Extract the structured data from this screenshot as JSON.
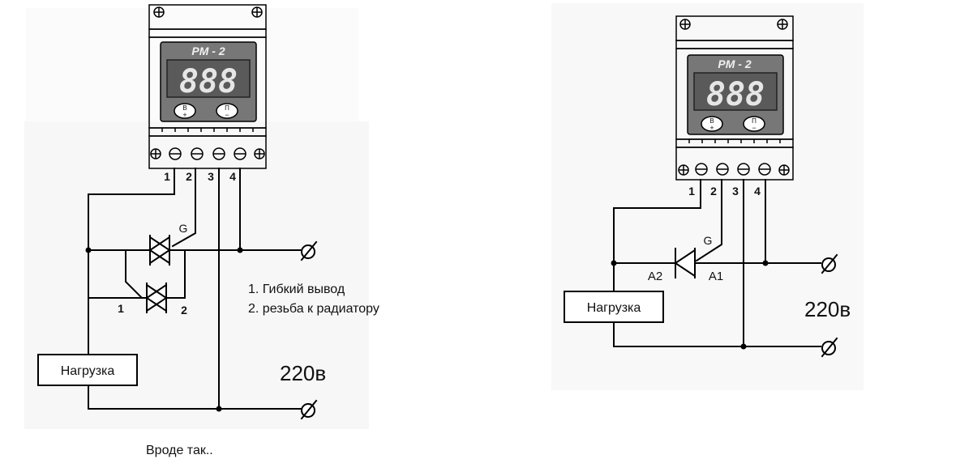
{
  "left_diagram": {
    "device_title": "РМ - 2",
    "display_digits": "888",
    "button_plus_label": "В",
    "button_minus_label": "П",
    "terminal_labels": [
      "1",
      "2",
      "3",
      "4"
    ],
    "gate_label": "G",
    "triac_pin_labels": [
      "1",
      "2"
    ],
    "load_label": "Нагрузка",
    "voltage_label": "220в",
    "legend": [
      "1. Гибкий вывод",
      "2. резьба к радиатору"
    ],
    "caption": "Вроде так.."
  },
  "right_diagram": {
    "device_title": "РМ - 2",
    "display_digits": "888",
    "button_plus_label": "В",
    "button_minus_label": "П",
    "terminal_labels": [
      "1",
      "2",
      "3",
      "4"
    ],
    "gate_label": "G",
    "anode_labels": [
      "A2",
      "A1"
    ],
    "load_label": "Нагрузка",
    "voltage_label": "220в"
  }
}
